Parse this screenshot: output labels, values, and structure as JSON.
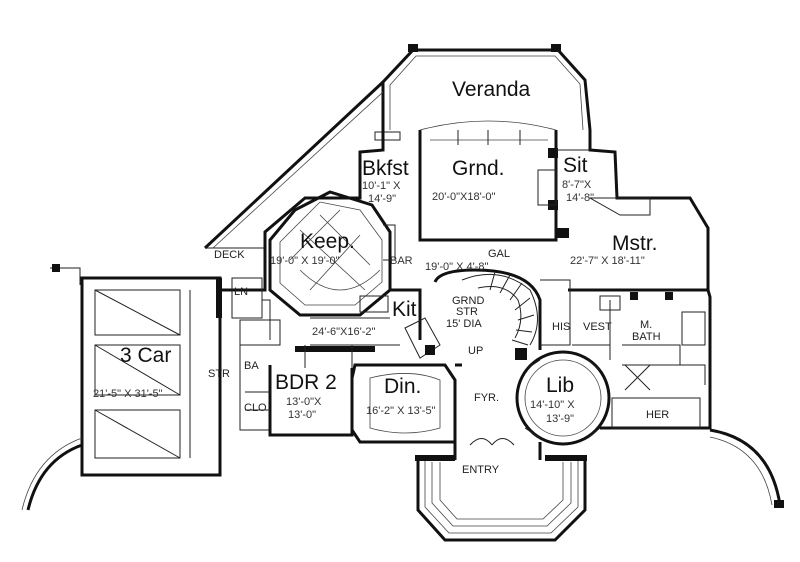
{
  "rooms": {
    "veranda": {
      "name": "Veranda"
    },
    "bkfst": {
      "name": "Bkfst",
      "dim1": "10'-1\" X",
      "dim2": "14'-9\""
    },
    "grnd": {
      "name": "Grnd.",
      "dim": "20'-0\"X18'-0\""
    },
    "sit": {
      "name": "Sit",
      "dim1": "8'-7\"X",
      "dim2": "14'-8\""
    },
    "keep": {
      "name": "Keep.",
      "dim": "19'-0\" X 19'-0\"",
      "bar": "BAR"
    },
    "mstr": {
      "name": "Mstr.",
      "dim": "22'-7\" X 18'-11\""
    },
    "gal": {
      "name": "GAL",
      "dim": "19'-0\" X 4'-8\""
    },
    "kit": {
      "name": "Kit",
      "dim": "24'-6\"X16'-2\""
    },
    "grnd_str": {
      "line1": "GRND",
      "line2": "STR",
      "line3": "15' DIA",
      "up": "UP"
    },
    "deck": {
      "name": "DECK"
    },
    "ln": {
      "name": "LN"
    },
    "garage": {
      "name": "3 Car",
      "dim": "21'-5\" X 31'-5\""
    },
    "str": {
      "name": "STR"
    },
    "bdr2": {
      "name": "BDR 2",
      "dim1": "13'-0\"X",
      "dim2": "13'-0\""
    },
    "bath": {
      "name": "BA"
    },
    "clo": {
      "name": "CLO"
    },
    "din": {
      "name": "Din.",
      "dim": "16'-2\" X 13'-5\""
    },
    "fyr": {
      "name": "FYR."
    },
    "lib": {
      "name": "Lib",
      "dim1": "14'-10\" X",
      "dim2": "13'-9\""
    },
    "his": {
      "name": "HIS"
    },
    "vest": {
      "name": "VEST"
    },
    "mbath": {
      "line1": "M.",
      "line2": "BATH"
    },
    "her": {
      "name": "HER"
    },
    "entry": {
      "name": "ENTRY"
    }
  },
  "colors": {
    "wall": "#111111",
    "background": "#ffffff"
  }
}
